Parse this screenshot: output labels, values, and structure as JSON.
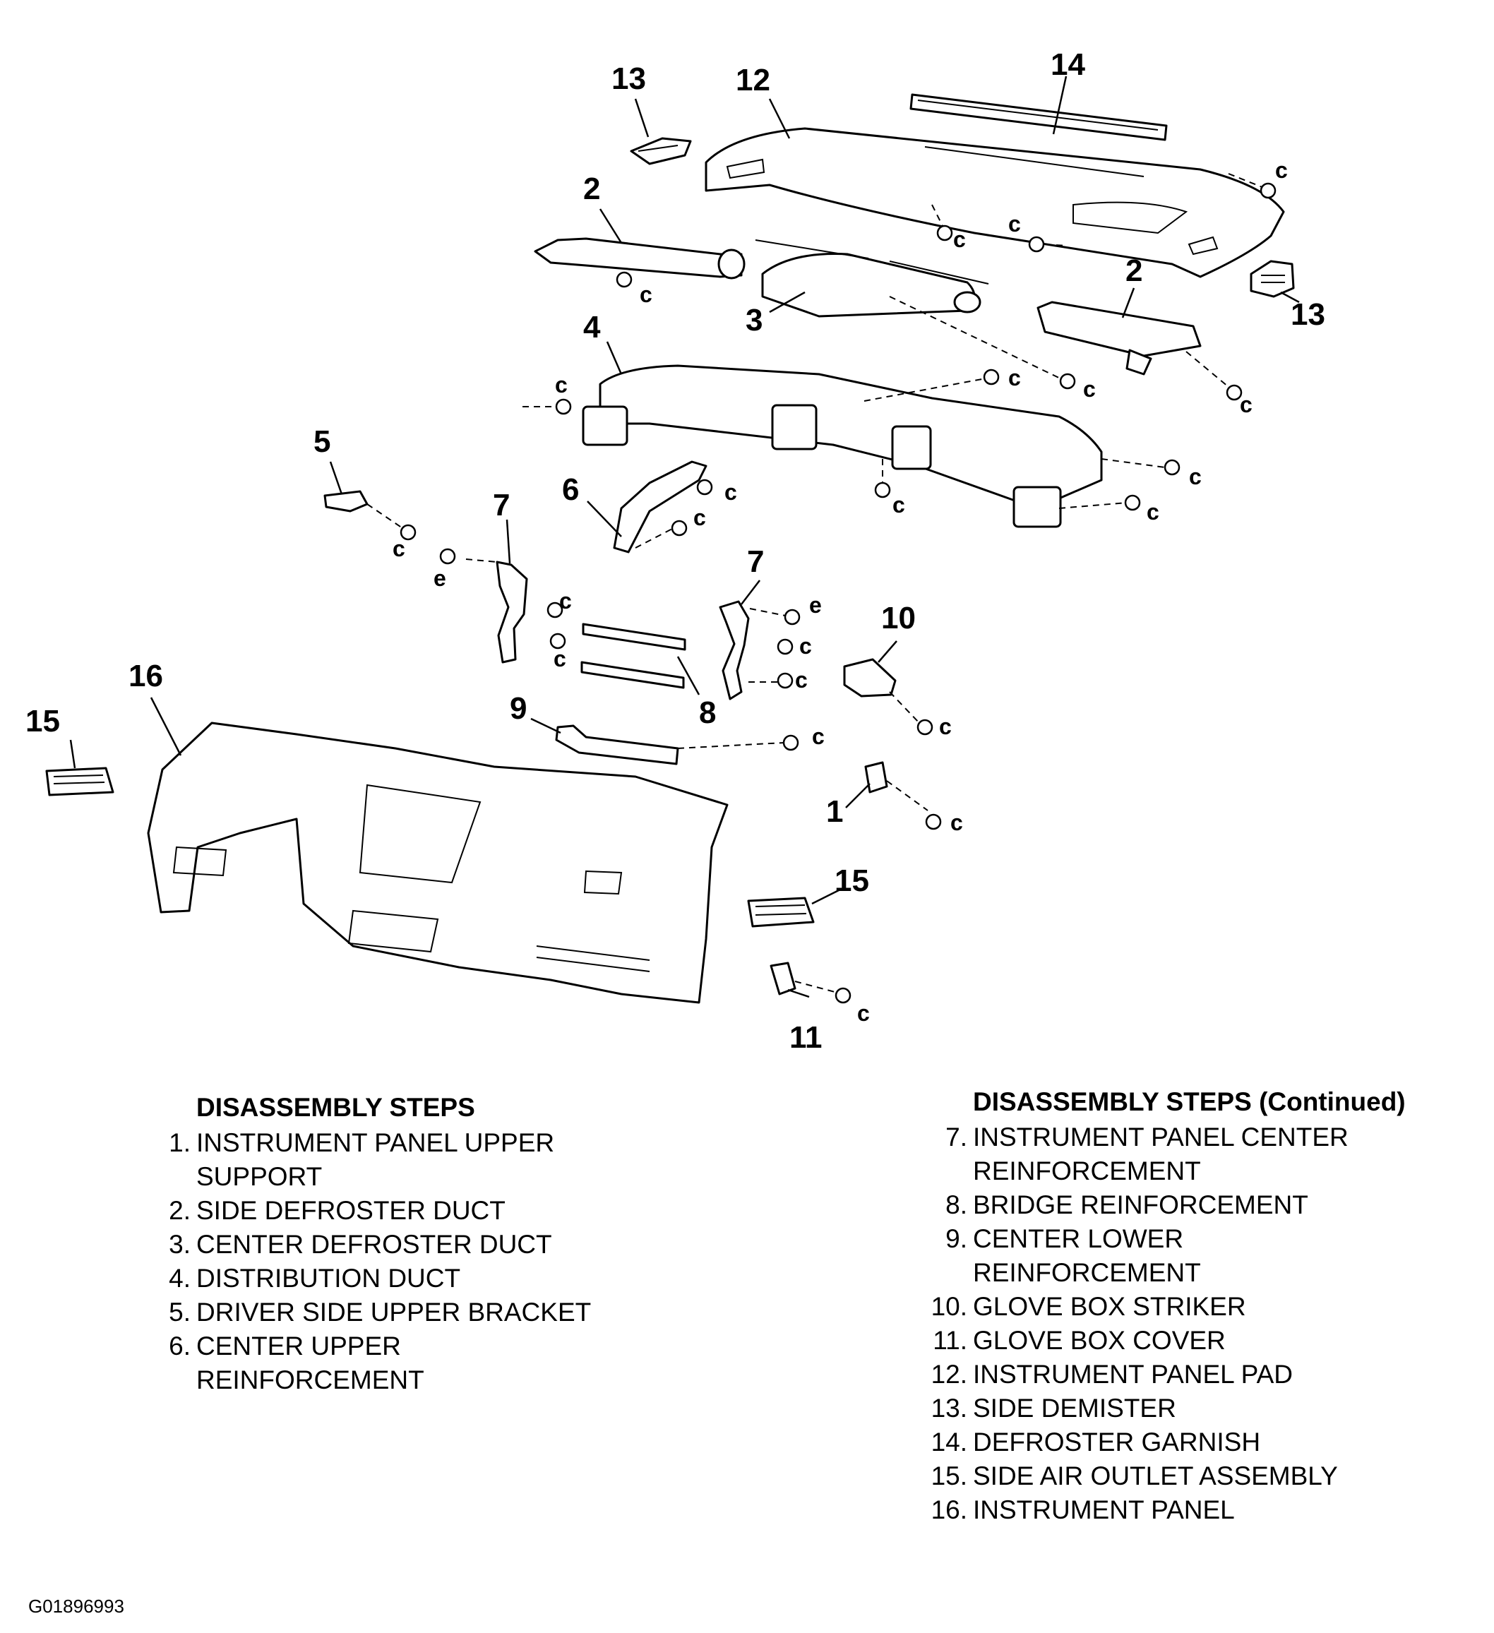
{
  "callouts": {
    "c1": "1",
    "c2a": "2",
    "c2b": "2",
    "c3": "3",
    "c4": "4",
    "c5": "5",
    "c6": "6",
    "c7a": "7",
    "c7b": "7",
    "c8": "8",
    "c9": "9",
    "c10": "10",
    "c11": "11",
    "c12": "12",
    "c13a": "13",
    "c13b": "13",
    "c14": "14",
    "c15a": "15",
    "c15b": "15",
    "c16": "16"
  },
  "fastener_codes": {
    "c": "c",
    "e": "e"
  },
  "left_column": {
    "heading": "DISASSEMBLY STEPS",
    "steps": [
      {
        "num": "1.",
        "lines": [
          "INSTRUMENT PANEL UPPER",
          "SUPPORT"
        ]
      },
      {
        "num": "2.",
        "lines": [
          "SIDE DEFROSTER DUCT"
        ]
      },
      {
        "num": "3.",
        "lines": [
          "CENTER DEFROSTER DUCT"
        ]
      },
      {
        "num": "4.",
        "lines": [
          "DISTRIBUTION DUCT"
        ]
      },
      {
        "num": "5.",
        "lines": [
          "DRIVER SIDE UPPER BRACKET"
        ]
      },
      {
        "num": "6.",
        "lines": [
          "CENTER UPPER",
          "REINFORCEMENT"
        ]
      }
    ]
  },
  "right_column": {
    "heading": "DISASSEMBLY STEPS (Continued)",
    "steps": [
      {
        "num": "7.",
        "lines": [
          "INSTRUMENT PANEL CENTER",
          "REINFORCEMENT"
        ]
      },
      {
        "num": "8.",
        "lines": [
          "BRIDGE REINFORCEMENT"
        ]
      },
      {
        "num": "9.",
        "lines": [
          "CENTER LOWER",
          "REINFORCEMENT"
        ]
      },
      {
        "num": "10.",
        "lines": [
          "GLOVE BOX STRIKER"
        ]
      },
      {
        "num": "11.",
        "lines": [
          "GLOVE BOX COVER"
        ]
      },
      {
        "num": "12.",
        "lines": [
          "INSTRUMENT PANEL PAD"
        ]
      },
      {
        "num": "13.",
        "lines": [
          "SIDE DEMISTER"
        ]
      },
      {
        "num": "14.",
        "lines": [
          "DEFROSTER GARNISH"
        ]
      },
      {
        "num": "15.",
        "lines": [
          "SIDE AIR OUTLET ASSEMBLY"
        ]
      },
      {
        "num": "16.",
        "lines": [
          "INSTRUMENT PANEL"
        ]
      }
    ]
  },
  "figure_id": "G01896993"
}
